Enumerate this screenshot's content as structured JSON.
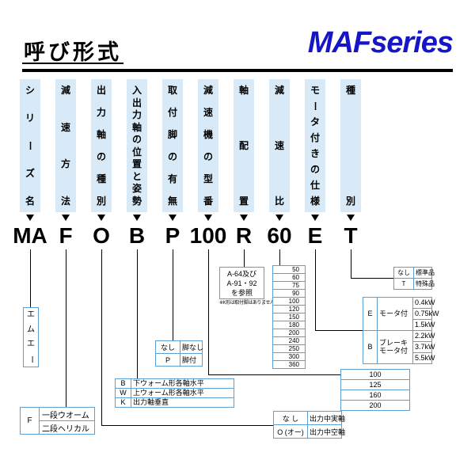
{
  "header": {
    "title": "呼び形式",
    "series_logo": "MAFseries"
  },
  "columns": [
    {
      "label": "シリーズ名",
      "code": "MA"
    },
    {
      "label": "減速方法",
      "code": "F"
    },
    {
      "label": "出力軸の種別",
      "code": "O"
    },
    {
      "label": "入出力軸の位置と姿勢",
      "code": "B"
    },
    {
      "label": "取付脚の有無",
      "code": "P"
    },
    {
      "label": "減速機の型番",
      "code": "100"
    },
    {
      "label": "軸配置",
      "code": "R"
    },
    {
      "label": "減速比",
      "code": "60"
    },
    {
      "label": "モータ付きの仕様",
      "code": "E"
    },
    {
      "label": "種別",
      "code": "T"
    }
  ],
  "details": {
    "series_name": "エムエー",
    "reduction_method": {
      "key": "F",
      "lines": [
        "一段ウオーム",
        "二段ヘリカル"
      ]
    },
    "output_shaft": {
      "rows": [
        [
          "な し",
          "出力中実軸"
        ],
        [
          "O (オー)",
          "出力中空軸"
        ]
      ]
    },
    "shaft_position": {
      "rows": [
        [
          "B",
          "下ウォーム形各軸水平"
        ],
        [
          "W",
          "上ウォーム形各軸水平"
        ],
        [
          "K",
          "出力軸垂直"
        ]
      ]
    },
    "mounting_legs": {
      "rows": [
        [
          "なし",
          "脚なし"
        ],
        [
          "P",
          "脚付"
        ]
      ]
    },
    "shaft_arrangement": {
      "ref_lines": [
        "A-64及び",
        "A-91・92",
        "を参照"
      ],
      "note": "※K形は取付脚はありません。"
    },
    "reducer_model_sizes": [
      "100",
      "125",
      "160",
      "200"
    ],
    "reduction_ratios": [
      "50",
      "60",
      "75",
      "90",
      "100",
      "120",
      "150",
      "180",
      "200",
      "240",
      "250",
      "300",
      "360"
    ],
    "motor_spec": {
      "groups": [
        {
          "key": "E",
          "label_lines": [
            "モータ付"
          ],
          "kw": [
            "0.4kW",
            "0.75kW",
            "1.5kW"
          ]
        },
        {
          "key": "B",
          "label_lines": [
            "ブレーキ",
            "モータ付"
          ],
          "kw": [
            "2.2kW",
            "3.7kW",
            "5.5kW"
          ]
        }
      ]
    },
    "type": {
      "rows": [
        [
          "なし",
          "標準品"
        ],
        [
          "T",
          "特殊品"
        ]
      ]
    }
  },
  "colors": {
    "accent_blue": "#1616c8",
    "table_border": "#5b9fd4",
    "label_box_fill": "#d8eaf7"
  }
}
